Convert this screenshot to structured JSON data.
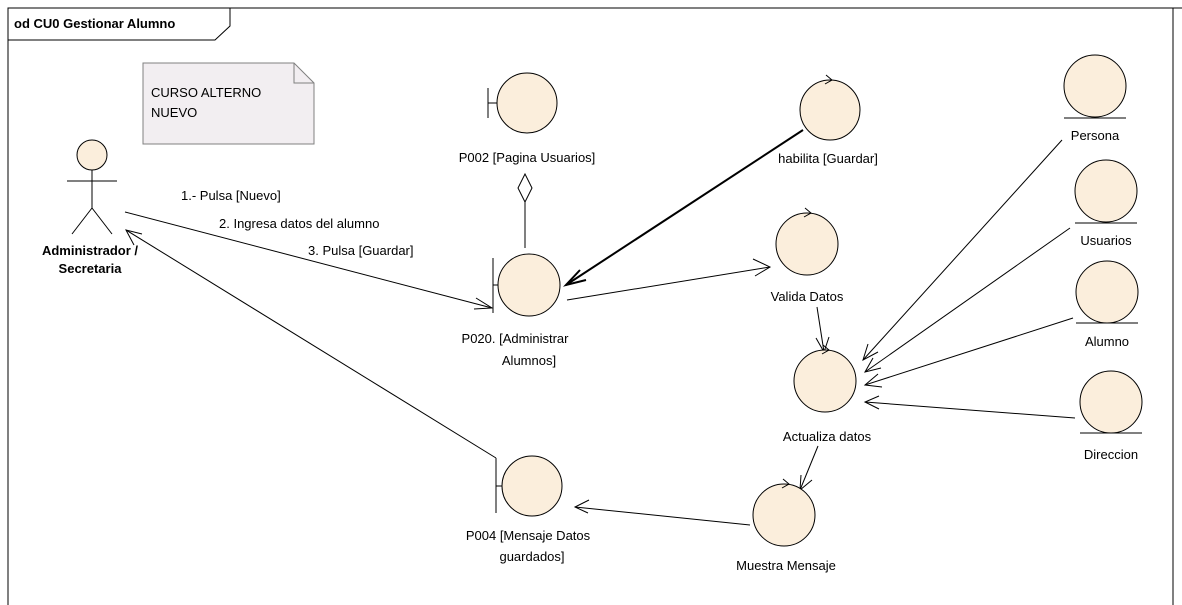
{
  "diagram": {
    "frame_title": "od CU0 Gestionar Alumno",
    "colors": {
      "fill": "#fbeedc",
      "stroke": "#000000",
      "note_fill": "#f2eef1",
      "background": "#ffffff"
    },
    "note": {
      "line1": "CURSO ALTERNO",
      "line2": "NUEVO"
    },
    "actor": {
      "line1": "Administrador /",
      "line2": "Secretaria"
    },
    "boundaries": {
      "p002": {
        "line1": "P002 [Pagina Usuarios]"
      },
      "p020": {
        "line1": "P020. [Administrar",
        "line2": "Alumnos]"
      },
      "p004": {
        "line1": "P004 [Mensaje Datos",
        "line2": "guardados]"
      }
    },
    "controls": {
      "habilita": {
        "line1": "habilita [Guardar]"
      },
      "valida": {
        "line1": "Valida Datos"
      },
      "actualiza": {
        "line1": "Actualiza datos"
      },
      "muestra": {
        "line1": "Muestra Mensaje"
      }
    },
    "entities": {
      "persona": {
        "line1": "Persona"
      },
      "usuarios": {
        "line1": "Usuarios"
      },
      "alumno": {
        "line1": "Alumno"
      },
      "direccion": {
        "line1": "Direccion"
      }
    },
    "messages": {
      "m1": "1.- Pulsa [Nuevo]",
      "m2": "2. Ingresa datos del alumno",
      "m3": "3. Pulsa [Guardar]"
    }
  }
}
